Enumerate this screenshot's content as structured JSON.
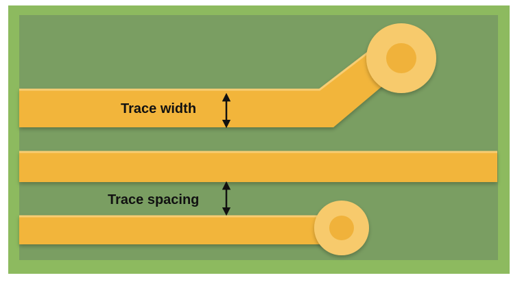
{
  "labels": {
    "trace_width": "Trace width",
    "trace_spacing": "Trace spacing"
  },
  "colors": {
    "board_edge": "#8dba5f",
    "board_fill": "#7a9e62",
    "trace_fill": "#f2b53a",
    "trace_highlight": "#f8cd73",
    "pad_ring": "#f7ca6c",
    "pad_center": "#f0b23a",
    "label_color": "#111111",
    "arrow_color": "#111111"
  },
  "icons": {
    "width_arrow": "double-headed-vertical-arrow",
    "spacing_arrow": "double-headed-vertical-arrow"
  }
}
